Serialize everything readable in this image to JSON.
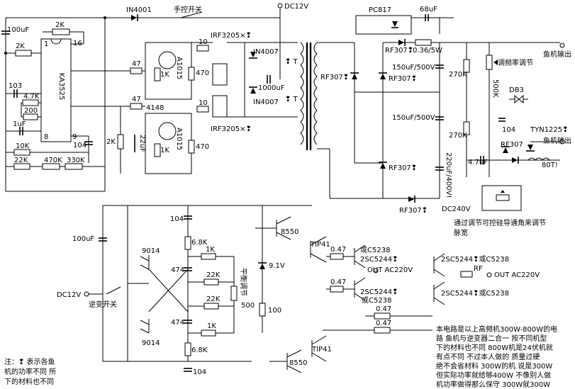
{
  "labels": {
    "in4001": "IN4001",
    "manual_switch": "手控开关",
    "dc12v_top": "DC12V",
    "pc817": "PC817",
    "c68uf": "68uF",
    "c100uf_left": "100uF",
    "r2k_top": "2K",
    "r2k_left": "2K",
    "pin1": "1",
    "pin16": "16",
    "pin8": "8",
    "pin9": "9",
    "ic": "KA3525",
    "c103": "103",
    "r4_7k": "4.7K",
    "r200": "200",
    "c1uf": "1uF",
    "r10k": "10K",
    "c104_ic": "104",
    "r22k": "22K",
    "r470k": "470K",
    "r330k": "330K",
    "r47_top": "47",
    "r47_bot": "47",
    "r1k_top": "1K",
    "r1k_bot": "1K",
    "a1015_top": "A1015",
    "a1015_bot": "A1015",
    "r470_top": "470",
    "r470_bot": "470",
    "r10_top": "10",
    "r10_bot": "10",
    "d4148": "4148",
    "r2k_mid": "2K",
    "c22uf": "22uF",
    "irf_top": "IRF3205×❢",
    "irf_bot": "IRF3205×❢",
    "in4007_top": "IN4007",
    "in4007_bot": "IN4007",
    "c1000uf": "1000uF",
    "t_top": "❢ T",
    "t_bot": "❢ T",
    "rf307_left": "RF307❢",
    "rf307_pc": "RF307❢",
    "r036": "0.36/5W",
    "c150_top": "150uF/500V",
    "c150_bot": "150uF/500V",
    "rf307_mid": "RF307❢",
    "rf307_low": "RF307❢",
    "rf307_bottom": "RF307❢",
    "r270k_top": "270K",
    "r270k_bot": "270K",
    "r500k": "500K",
    "freq_adjust": "调频率调节",
    "fish_out_top": "鱼机输出",
    "db3": "DB3",
    "c104_right": "104",
    "tyn1225": "TYN1225❢",
    "fish_out_bot": "鱼机输出",
    "rf307_tyn": "RF307",
    "c4_7uf": "4.7uF!",
    "r80t": "80T!",
    "c220uf": "220uF/400V!",
    "dc240v": "DC240V",
    "scr_note": "通过调节可控硅导通角来调节脉宽",
    "c104_osc_top": "104",
    "c104_osc_bot": "104",
    "c100uf_inv": "100uF",
    "r6_8k_top": "6.8K",
    "r6_8k_bot": "6.8K",
    "r1k_osc_top": "1K",
    "r1k_osc_bot": "1K",
    "q8550_top": "8550",
    "q8550_bot": "8550",
    "q9014_top": "9014",
    "q9014_bot": "9014",
    "c474_top": "474",
    "c474_bot": "474",
    "r22k_osc_top": "22K",
    "r22k_osc_bot": "22K",
    "balance_adjust": "平衡调节",
    "r500": "500",
    "z9_1v": "9.1V",
    "r100": "100",
    "tip41_top": "TIP41",
    "tip41_bot": "TIP41",
    "dc12v_inv": "DC12V",
    "inverter_switch": "逆变开关",
    "r047_a": "0.47",
    "r047_b": "0.47",
    "r047_c": "0.47",
    "r047_d": "0.47",
    "or_c5238_a": "或C5238",
    "q2sc5244_a": "2SC5244❢",
    "out_ac_left": "OUT AC220V",
    "q2sc5244_b": "2SC5244❢",
    "or_c5238_b": "或C5238",
    "q2sc5244_c": "2SC5244❢或C5238",
    "rf_label": "RF",
    "out_ac_right": "OUT AC220V",
    "q2sc5244_d": "2SC5244❢或C5238",
    "note_left": [
      "注：❢ 表示各鱼",
      "机的功率不同 所",
      "下的材料也不同"
    ],
    "note_right": [
      "本电路是以上高频机300W-800W的电",
      "路 鱼机与逆变器二合一 按不同机型",
      "下的材料也不同 800W机是24伏机就",
      "有点不同 不过本人做的 质量过硬",
      "绝不会省材料 300W的机 说是300W",
      "但实际功率就给够400W 不像别人做",
      "机功率做得那么保守 300W就300W"
    ]
  }
}
